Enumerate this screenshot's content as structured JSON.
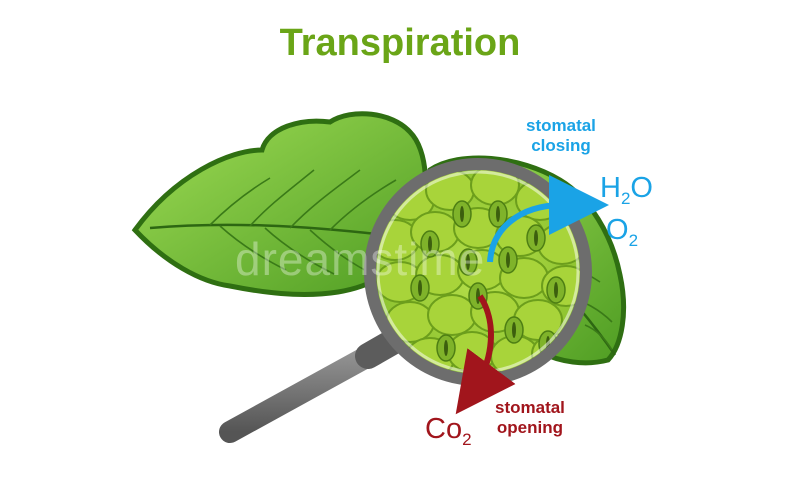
{
  "title": "Transpiration",
  "labels": {
    "closing": [
      "stomatal",
      "closing"
    ],
    "opening": [
      "stomatal",
      "opening"
    ],
    "h2o": {
      "base": "H",
      "sub": "2",
      "tail": "O"
    },
    "o2": {
      "base": "O",
      "sub": "2"
    },
    "co2": {
      "base": "Co",
      "sub": "2"
    }
  },
  "watermark": "dreamstime",
  "colors": {
    "title": "#6aa517",
    "leaf_light": "#8fd14a",
    "leaf_dark": "#3f8d1c",
    "leaf_outline": "#2f6f12",
    "cell_fill": "#a8d43a",
    "cell_edge": "#6c9e1c",
    "lens_rim": "#6d6d6d",
    "handle": "#7a7a7a",
    "closing_arrow": "#1aa3e6",
    "opening_arrow": "#a1151c"
  }
}
